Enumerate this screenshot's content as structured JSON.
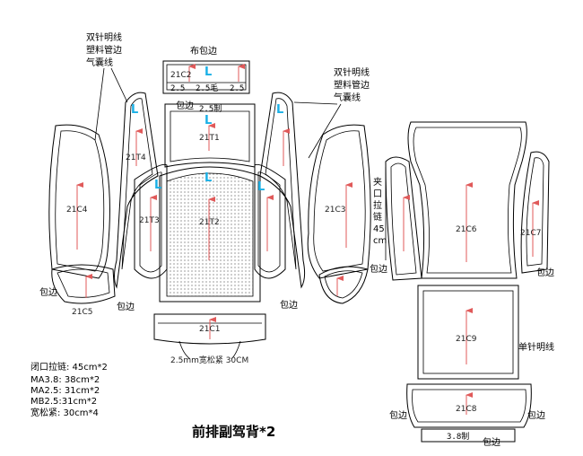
{
  "title": "前排副驾背*2",
  "stitch_labels": {
    "double_needle": "双针明线",
    "plastic_piping": "塑料管边",
    "airbag_line": "气囊线",
    "single_needle": "单针明线",
    "cloth_binding": "布包边",
    "binding": "包边",
    "zipper_vertical": "夹口拉链45cm",
    "elastic_note": "2.5mm宽松紧 30CM",
    "size_25": "2.5",
    "size_25_mao": "2.5毛",
    "size_25_zhi": "2.5制",
    "size_38_zhi": "3.8制",
    "small_tag": "单针明线"
  },
  "parts": {
    "c2": "21C2",
    "t1": "21T1",
    "t4": "21T4",
    "t3": "21T3",
    "t2": "21T2",
    "c4": "21C4",
    "c5": "21C5",
    "c3": "21C3",
    "c1": "21C1",
    "c6": "21C6",
    "c7": "21C7",
    "c9": "21C9",
    "c8": "21C8"
  },
  "markers": {
    "L": "L"
  },
  "notes": [
    "闭口拉链: 45cm*2",
    "MA3.8: 38cm*2",
    "MA2.5: 31cm*2",
    "MB2.5:31cm*2",
    "宽松紧: 30cm*4"
  ],
  "colors": {
    "grain_arrow": "#e05a5a",
    "marker": "#1ab0e6"
  }
}
